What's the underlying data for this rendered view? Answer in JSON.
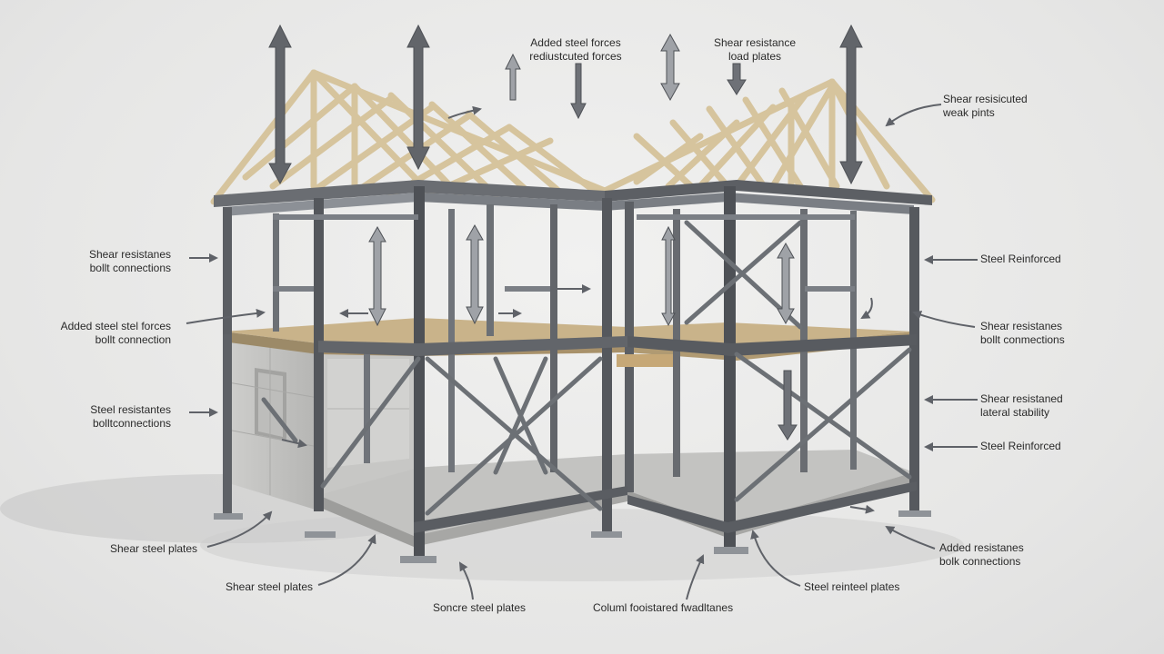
{
  "labels": {
    "top_center_left": {
      "line1": "Added steel forces",
      "line2": "rediustcuted forces"
    },
    "top_center_right": {
      "line1": "Shear resistance",
      "line2": "load plates"
    },
    "top_right": {
      "line1": "Shear resisicuted",
      "line2": "weak pints"
    },
    "left_1": {
      "line1": "Shear resistanes",
      "line2": "bollt connections"
    },
    "left_2": {
      "line1": "Added steel stel forces",
      "line2": "bollt connection"
    },
    "left_3": {
      "line1": "Steel resistantes",
      "line2": "bolltconnections"
    },
    "bottom_left_1": {
      "line1": "Shear steel plates"
    },
    "bottom_left_2": {
      "line1": "Shear steel plates"
    },
    "bottom_center_1": {
      "line1": "Soncre steel plates"
    },
    "bottom_center_2": {
      "line1": "Columl fooistared fwadltanes"
    },
    "bottom_right_1": {
      "line1": "Steel reinteel plates"
    },
    "bottom_right_2": {
      "line1": "Added resistanes",
      "line2": "bolk connections"
    },
    "right_1": {
      "line1": "Steel Reinforced"
    },
    "right_2": {
      "line1": "Shear resistanes",
      "line2": "bollt conmections"
    },
    "right_3": {
      "line1": "Shear resistaned",
      "line2": "lateral stability"
    },
    "right_4": {
      "line1": "Steel Reinforced"
    }
  },
  "colors": {
    "steel": "#55585d",
    "steel_light": "#8c9096",
    "timber": "#d8c7a2",
    "concrete": "#c9c9c7",
    "arrow": "#6e7177"
  }
}
